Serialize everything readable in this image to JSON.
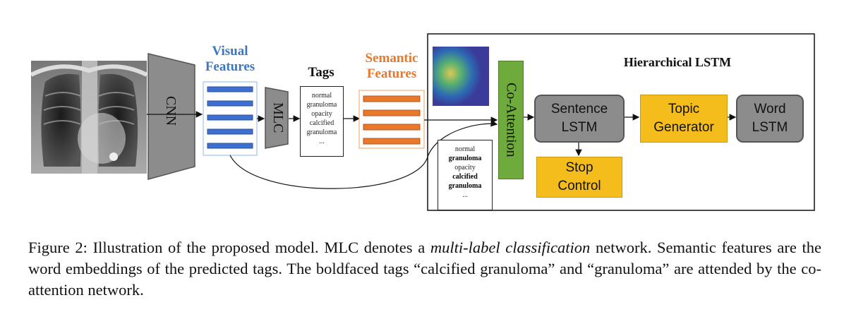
{
  "figure": {
    "cnn_label": "CNN",
    "visual_features_label": [
      "Visual",
      "Features"
    ],
    "mlc_label": "MLC",
    "tags_title": "Tags",
    "tags_list": [
      "normal",
      "granuloma",
      "opacity",
      "calcified",
      "granuloma",
      "..."
    ],
    "semantic_features_label": [
      "Semantic",
      "Features"
    ],
    "co_attention_label": "Co-Attention",
    "hierarchical_lstm_label": "Hierarchical LSTM",
    "sentence_lstm_label": [
      "Sentence",
      "LSTM"
    ],
    "topic_generator_label": [
      "Topic",
      "Generator"
    ],
    "word_lstm_label": [
      "Word",
      "LSTM"
    ],
    "stop_control_label": [
      "Stop",
      "Control"
    ],
    "attended_tags": [
      {
        "text": "normal",
        "bold": false
      },
      {
        "text": "granuloma",
        "bold": true
      },
      {
        "text": "opacity",
        "bold": false
      },
      {
        "text": "calcified",
        "bold": true
      },
      {
        "text": "granuloma",
        "bold": true
      },
      {
        "text": "...",
        "bold": false
      }
    ],
    "colors": {
      "visual_blue": "#3c78c2",
      "semantic_orange": "#e8782c",
      "co_attention_green": "#6eaa3c",
      "lstm_gray": "#8c8c8c",
      "yellow": "#f5bd1b"
    }
  },
  "caption": {
    "prefix": "Figure 2: Illustration of the proposed model. MLC denotes a ",
    "emphasis": "multi-label classification",
    "suffix": " network. Semantic features are the word embeddings of the predicted tags. The boldfaced tags “calcified granuloma” and “granuloma” are attended by the co-attention network."
  }
}
